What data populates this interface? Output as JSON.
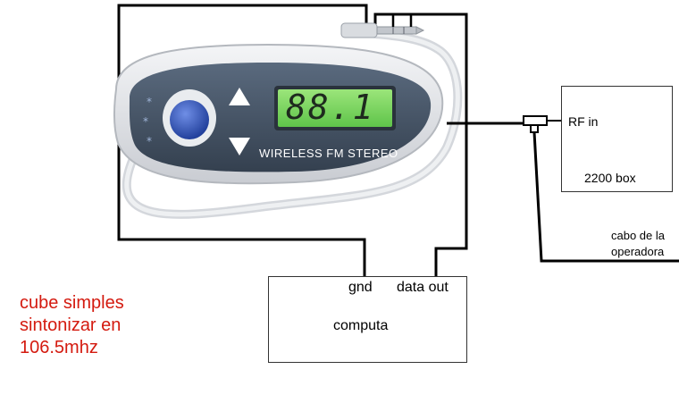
{
  "device": {
    "lcd_reading": "88.1",
    "brand_text": "WIRELESS FM STEREO",
    "up_button_icon": "triangle-up-icon",
    "down_button_icon": "triangle-down-icon",
    "round_button_icon": "round-blue-button-icon"
  },
  "rf_box": {
    "input_label": "RF in",
    "name": "2200 box"
  },
  "operator_cable": {
    "line1": "cabo de la",
    "line2": "operadora"
  },
  "computer_box": {
    "gnd_label": "gnd",
    "data_label": "data out",
    "name": "computa"
  },
  "note": {
    "line1": "cube simples",
    "line2": "sintonizar en",
    "line3": "106.5mhz"
  },
  "colors": {
    "wire": "#000000",
    "note_text": "#d41a0f",
    "lcd_green": "#7bd65a",
    "device_body": "#46566a",
    "device_shell": "#e4e6ea",
    "button_blue": "#2a4db0"
  }
}
